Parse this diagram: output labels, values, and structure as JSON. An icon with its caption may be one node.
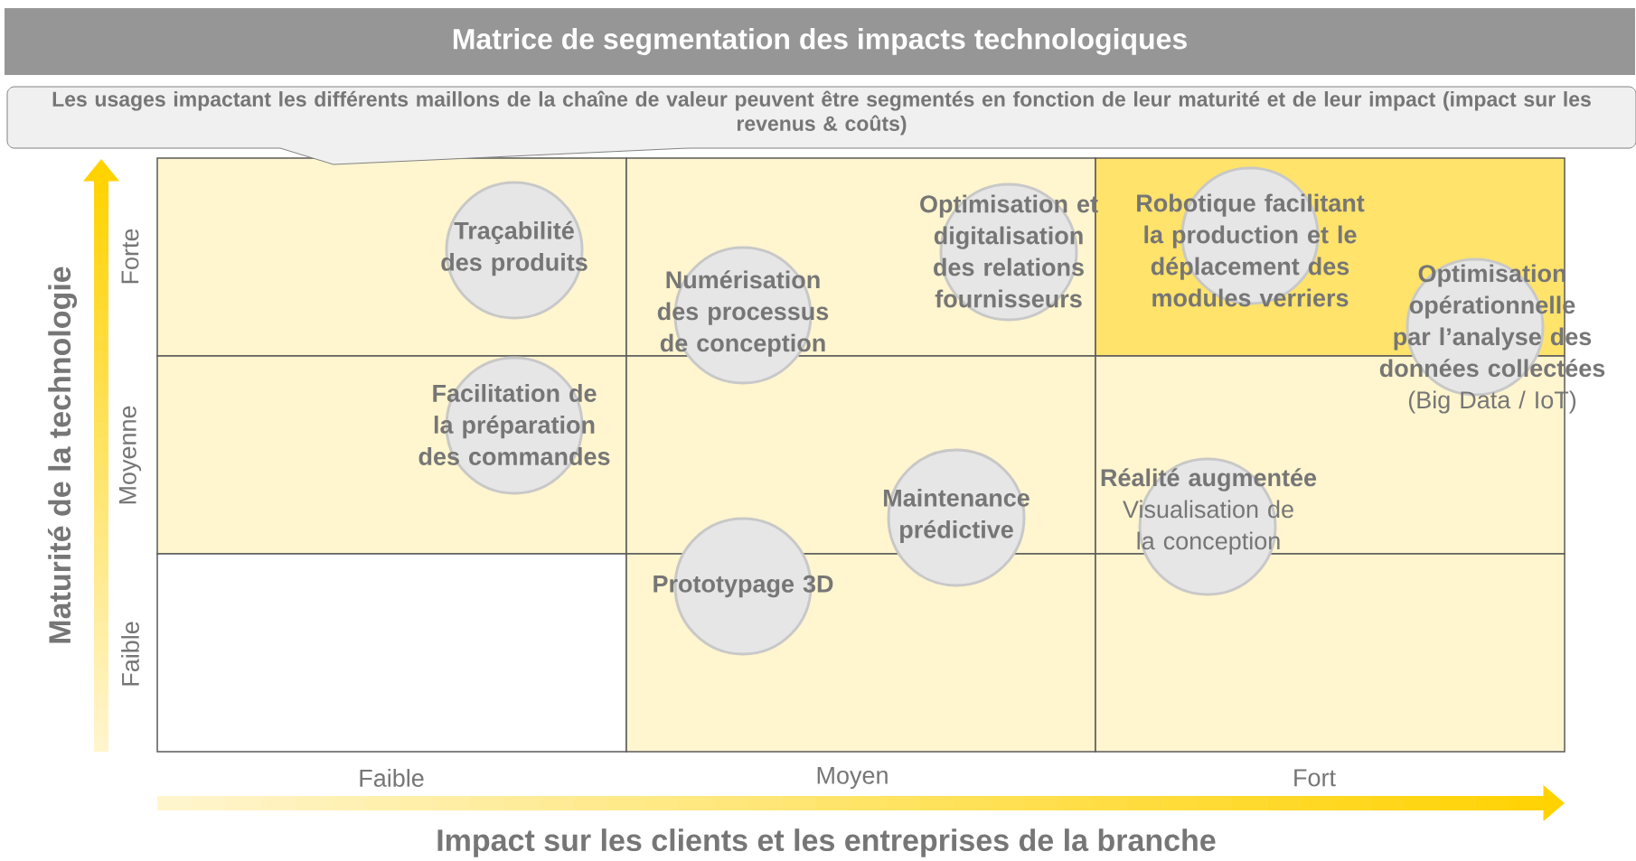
{
  "diagram": {
    "title": "Matrice de segmentation des impacts technologiques",
    "nodes": [
      {
        "text": [
          "Les usages impactant les différents maillons de la chaîne de valeur peuvent être segmentés en fonction de leur maturité et de leur impact (impact sur les revenus & coûts)"
        ]
      },
      {
        "text": [
          "Traçabilité des produits"
        ]
      },
      {
        "text": [
          "Numérisation des processus de conception"
        ]
      },
      {
        "text": [
          "Optimisation et digitalisation des relations fournisseurs"
        ]
      },
      {
        "text": [
          "Robotique facilitant la production et le déplacement des modules verriers"
        ]
      },
      {
        "text": [
          "**Optimisation opérationnelle par l’analyse des données collectées** (Big Data / IoT)"
        ]
      },
      {
        "text": [
          "Facilitation de la préparation des commandes"
        ]
      },
      {
        "text": [
          "Maintenance prédictive"
        ]
      },
      {
        "text": [
          "Réalité augmentée",
          "Visualisation de la conception"
        ]
      },
      {
        "text": [
          "Prototypage 3D"
        ]
      }
    ],
    "edges": [],
    "labels": [
      "Forte",
      "Moyenne",
      "Faible",
      "Maturité de la technologie",
      "Faible",
      "Moyen",
      "Fort",
      "Impact sur les clients et les entreprises de la branche"
    ]
  }
}
